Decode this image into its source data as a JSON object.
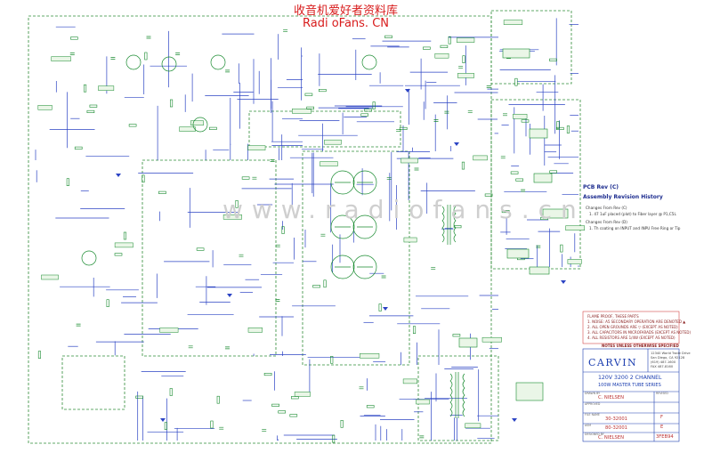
{
  "header": {
    "watermark_title": "收音机爱好者资料库",
    "watermark_site": "Radi oFans. CN",
    "watermark_background": "www.radiofans.cn"
  },
  "pcb_panel": {
    "heading": "PCB Rev (C)",
    "subheading": "Assembly Revision History",
    "notes": [
      "Changes From Rev (C)",
      "1.  47 1uF placed (plot) to Fiber layer @ P1,C5L",
      "Changes From Rev (D)",
      "1.  Th coating on INPUT and INPU Free Ring or Tip"
    ]
  },
  "notes_panel": {
    "lines": [
      "FLAME PROOF, THESE PARTS",
      "1.  NOISE: A5 SECONDARY OPERATION ARE DENOTED  ▲",
      "2.  ALL OPEN GROUNDS ARE ▽  (EXCEPT AS NOTED)",
      "3.  ALL CAPACITORS IN MICROFARADS (EXCEPT AS NOTED)",
      "4.  ALL RESISTORS ARE 1/4W (EXCEPT AS NOTED)"
    ],
    "footer": "NOTES UNLESS OTHERWISE SPECIFIED"
  },
  "title_block": {
    "logo": "CARVIN",
    "address": [
      "12340 World Trade Drive",
      "San Diego, CA 92128",
      "(619) 487-1600",
      "FAX 487-8160"
    ],
    "title_line1": "120V  3200 2 CHANNEL",
    "title_line2": "100W MASTER TUBE SERIES",
    "rows": [
      {
        "label": "DRAWN BY",
        "value": "C. NIELSEN",
        "extra": "REVISED"
      },
      {
        "label": "APPROVED",
        "value": "",
        "extra": ""
      },
      {
        "label": "FILE NAME",
        "value": "30-32001",
        "extra": "F"
      },
      {
        "label": "ASM",
        "value": "80-32001",
        "extra": "E"
      },
      {
        "label": "DESIGNED BY",
        "value": "C. NIELSEN",
        "extra": "3FEB94"
      }
    ]
  },
  "colors": {
    "wire": "#2b43c4",
    "component": "#178a2e",
    "label": "#1a7a27",
    "dashed": "#2f8c37",
    "red": "#cc2222",
    "block_fill": "#eaf6e7"
  }
}
